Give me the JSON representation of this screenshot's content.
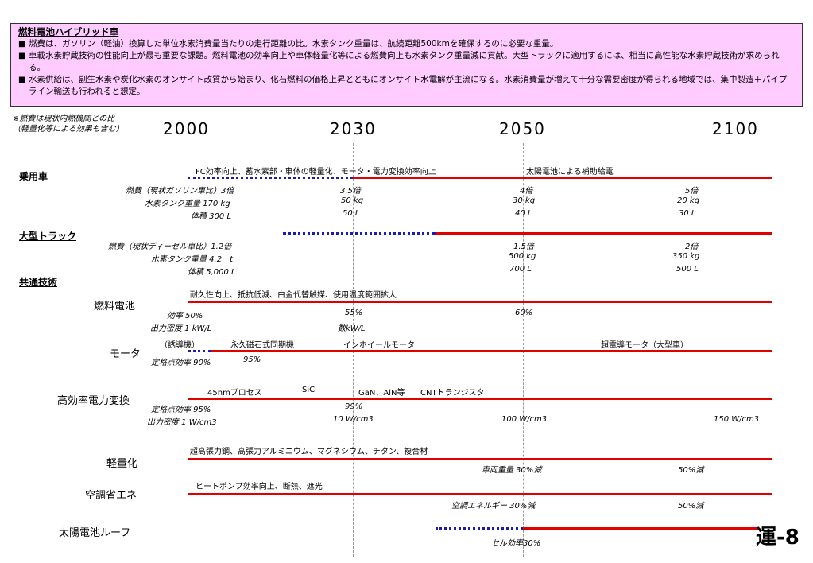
{
  "header": {
    "title": "燃料電池ハイブリッド車",
    "bullets": [
      "燃費は、ガソリン（軽油）換算した単位水素消費量当たりの走行距離の比。水素タンク重量は、航続距離500kmを確保するのに必要な重量。",
      "車載水素貯蔵技術の性能向上が最も重要な課題。燃料電池の効率向上や車体軽量化等による燃費向上も水素タンク重量減に貢献。大型トラックに適用するには、相当に高性能な水素貯蔵技術が求められる。",
      "水素供給は、副生水素や炭化水素のオンサイト改質から始まり、化石燃料の価格上昇とともにオンサイト水電解が主流になる。水素消費量が増えて十分な需要密度が得られる地域では、集中製造＋パイプライン輸送も行われると想定。"
    ]
  },
  "note": [
    "※燃費は現状内燃機関との比",
    "（軽量化等による効果も含む）"
  ],
  "years": [
    "2000",
    "2030",
    "2050",
    "2100"
  ],
  "sections": {
    "car": "乗用車",
    "truck": "大型トラック",
    "common": "共通技術"
  },
  "car": {
    "desc1": "FC効率向上、蓄水素部・車体の軽量化、モータ・電力変換効率向上",
    "desc2": "太陽電池による補助給電",
    "fuel": [
      "燃費（現状ガソリン車比）3倍",
      "3.5倍",
      "4倍",
      "5倍"
    ],
    "tank": [
      "水素タンク重量 170 kg",
      "50 kg",
      "30 kg",
      "20 kg"
    ],
    "vol": [
      "体積 300 L",
      "50 L",
      "40 L",
      "30 L"
    ]
  },
  "truck": {
    "fuel": [
      "燃費（現状ディーゼル車比）1.2倍",
      "1.5倍",
      "2倍"
    ],
    "tank": [
      "水素タンク重量 4.2　t",
      "500 kg",
      "350 kg"
    ],
    "vol": [
      "体積 5,000 L",
      "700 L",
      "500 L"
    ]
  },
  "fc": {
    "label": "燃料電池",
    "desc": "耐久性向上、抵抗低減、白金代替触媒、使用温度範囲拡大",
    "eff": [
      "効率 50%",
      "55%",
      "60%"
    ],
    "density": [
      "出力密度 1 kW/L",
      "数kW/L"
    ]
  },
  "motor": {
    "label": "モータ",
    "desc": [
      "（誘導機）",
      "永久磁石式同期機",
      "インホイールモータ",
      "超電導モータ（大型車）"
    ],
    "eff": [
      "定格点効率 90%",
      "95%"
    ]
  },
  "power": {
    "label": "高効率電力変換",
    "desc": [
      "45nmプロセス",
      "SiC",
      "GaN、AlN等",
      "CNTトランジスタ"
    ],
    "eff": [
      "定格点効率 95%",
      "99%"
    ],
    "density": [
      "出力密度 1 W/cm3",
      "10 W/cm3",
      "100 W/cm3",
      "150 W/cm3"
    ]
  },
  "light": {
    "label": "軽量化",
    "desc": "超高張力鋼、高張力アルミニウム、マグネシウム、チタン、複合材",
    "vals": [
      "車両重量 30%減",
      "50%減"
    ]
  },
  "ac": {
    "label": "空調省エネ",
    "desc": "ヒートポンプ効率向上、断熱、遮光",
    "vals": [
      "空調エネルギー 30%減",
      "50%減"
    ]
  },
  "solar": {
    "label": "太陽電池ルーフ",
    "val": "セル効率30%"
  },
  "page": "運-8",
  "colors": {
    "bar_deployed": "#e00000",
    "bar_development": "#1a1ab8",
    "header_bg": "#ffccff"
  }
}
